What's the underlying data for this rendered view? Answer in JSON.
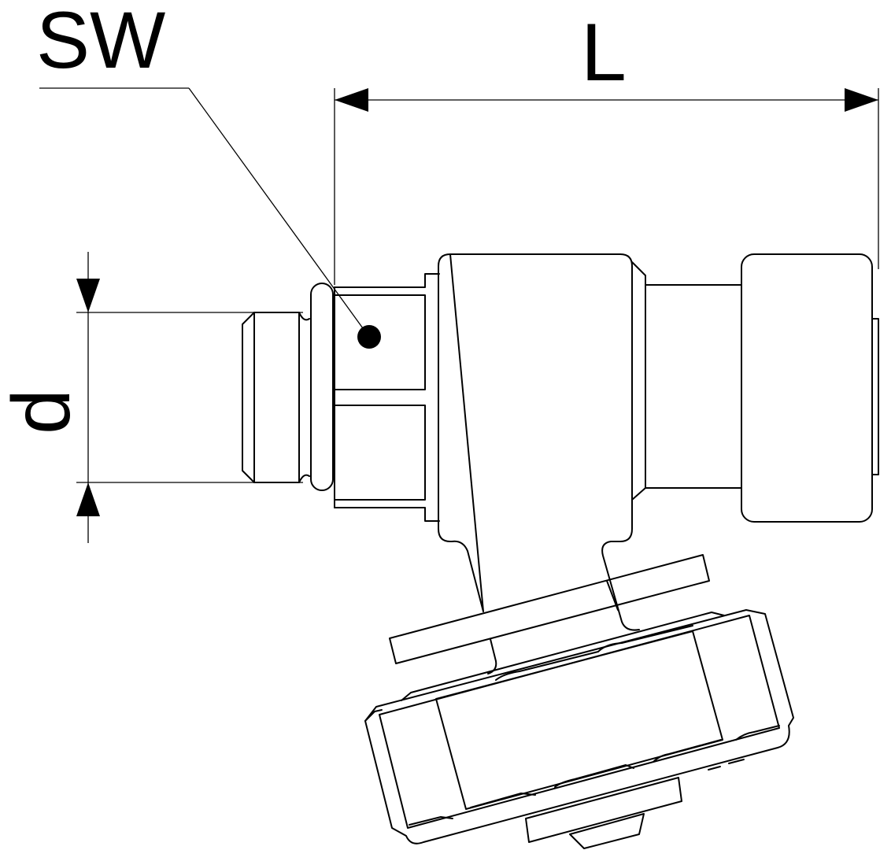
{
  "labels": {
    "sw": "SW",
    "length": "L",
    "diameter": "d"
  }
}
